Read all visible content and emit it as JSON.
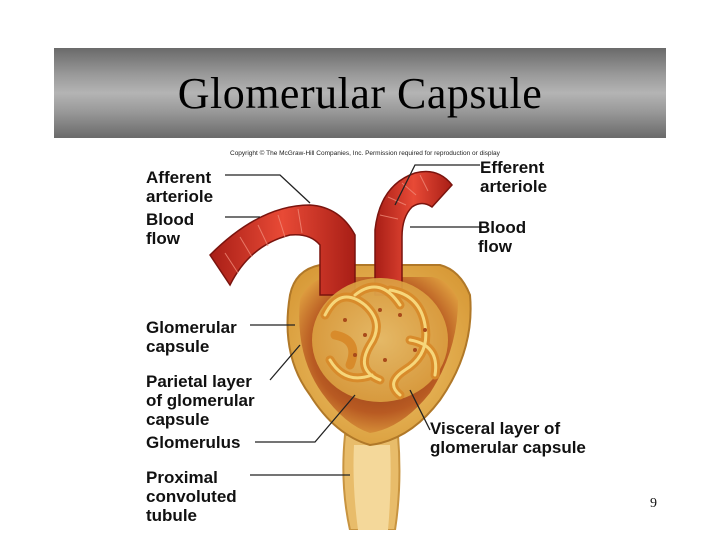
{
  "slide": {
    "title": "Glomerular Capsule",
    "copyright": "Copyright © The McGraw-Hill Companies, Inc. Permission required for reproduction or display",
    "page_number": "9"
  },
  "labels": {
    "afferent_1": "Afferent",
    "afferent_2": "arteriole",
    "blood_flow_left_1": "Blood",
    "blood_flow_left_2": "flow",
    "efferent_1": "Efferent",
    "efferent_2": "arteriole",
    "blood_flow_right_1": "Blood",
    "blood_flow_right_2": "flow",
    "glomerular_capsule_1": "Glomerular",
    "glomerular_capsule_2": "capsule",
    "parietal_1": "Parietal layer",
    "parietal_2": "of glomerular",
    "parietal_3": "capsule",
    "glomerulus": "Glomerulus",
    "visceral_1": "Visceral layer of",
    "visceral_2": "glomerular capsule",
    "proximal_1": "Proximal",
    "proximal_2": "convoluted",
    "proximal_3": "tubule"
  },
  "colors": {
    "artery": "#d8382a",
    "capsule_outer": "#e8b54a",
    "capsule_inner": "#b84a20",
    "glomerulus": "#f2c25a"
  }
}
